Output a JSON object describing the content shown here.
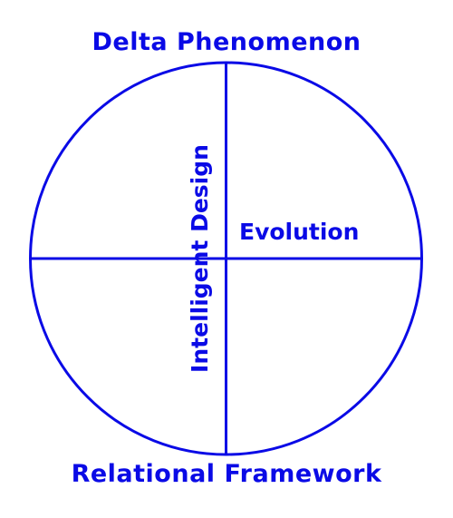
{
  "diagram": {
    "top_label": "Delta Phenomenon",
    "bottom_label": "Relational Framework",
    "right_label": "Evolution",
    "vertical_label": "Intelligent Design"
  },
  "colors": {
    "primary_blue": "#0a0ae6",
    "background": "#ffffff"
  }
}
